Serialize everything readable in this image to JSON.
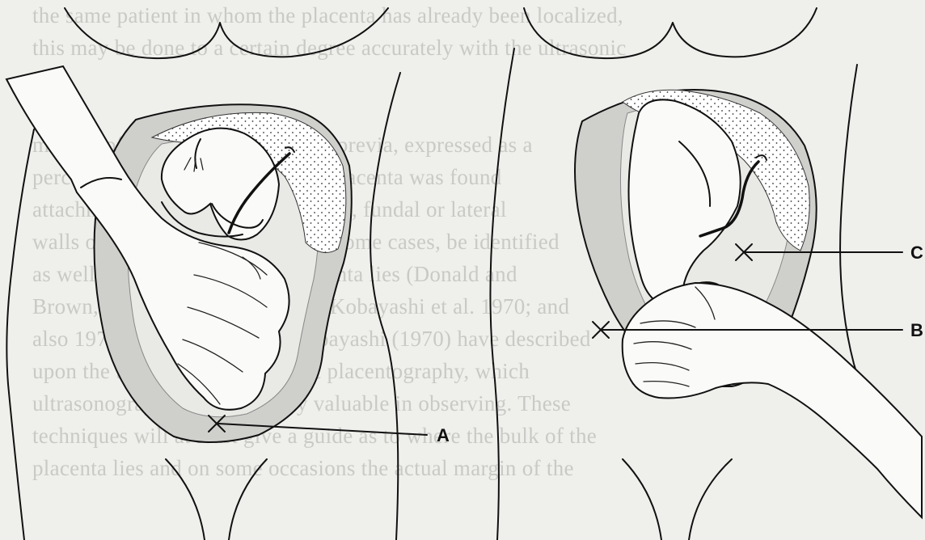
{
  "background_text": [
    "the same patient in whom the placenta has already been localized,",
    "this may be done to a certain degree accurately with the ultrasonic",
    "",
    "method of localizing the placenta previa, expressed as a",
    "percentage of cases in which the placenta was found",
    "attachment to the anterior, posterior, fundal or lateral",
    "walls of the uterus which may, in some cases, be identified",
    "as well as the site where the placenta lies (Donald and",
    "Brown, 1961; Kratochwil, 1969; Kobayashi et al. 1970; and",
    "also 1970) and Hellman and Kobayashi (1970) have described",
    "upon the technique of ultrasonic placentography, which",
    "ultrasonography is particularly valuable in observing. These",
    "techniques will at least give a guide as to where the bulk of the",
    "placenta lies and on some occasions the actual margin of the"
  ],
  "labels": {
    "a": "A",
    "b": "B",
    "c": "C"
  }
}
